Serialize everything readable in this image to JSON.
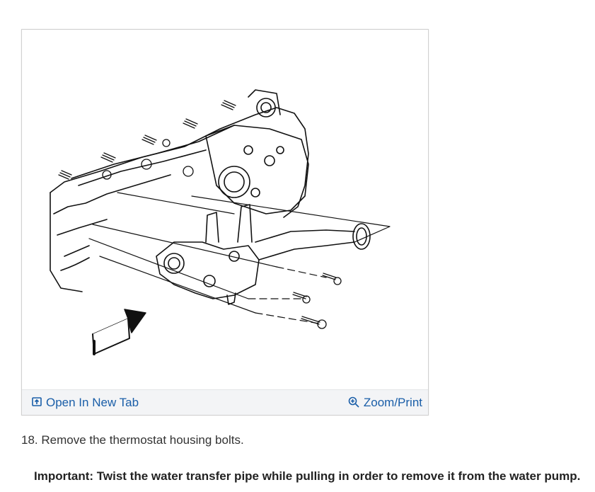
{
  "toolbar": {
    "open_label": "Open In New Tab",
    "zoom_label": "Zoom/Print",
    "link_color": "#1a5ea8"
  },
  "icons": {
    "open": "open-in-new-tab-icon",
    "zoom": "zoom-in-icon"
  },
  "step_text": "18. Remove the thermostat housing bolts.",
  "important_text": "Important: Twist the water transfer pipe while pulling in order to remove it from the water pump."
}
